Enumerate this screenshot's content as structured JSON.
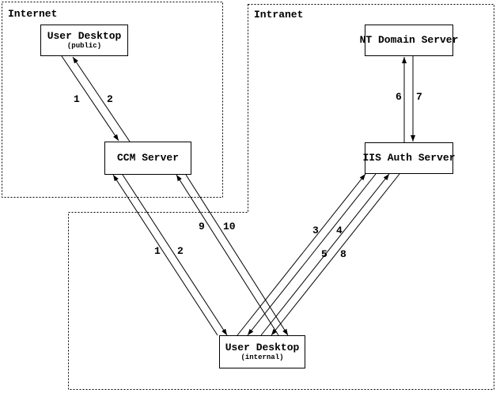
{
  "regions": {
    "internet": {
      "label": "Internet"
    },
    "intranet": {
      "label": "Intranet"
    }
  },
  "nodes": {
    "user_desktop_public": {
      "title": "User Desktop",
      "subtitle": "(public)"
    },
    "ccm_server": {
      "title": "CCM Server"
    },
    "nt_domain_server": {
      "title": "NT Domain Server"
    },
    "iis_auth_server": {
      "title": "IIS Auth Server"
    },
    "user_desktop_internal": {
      "title": "User Desktop",
      "subtitle": "(internal)"
    }
  },
  "arrow_labels": {
    "pub_ccm_1": "1",
    "pub_ccm_2": "2",
    "int_ccm_1": "1",
    "int_ccm_2": "2",
    "int_ccm_9": "9",
    "int_ccm_10": "10",
    "int_iis_3": "3",
    "int_iis_4": "4",
    "int_iis_5": "5",
    "int_iis_8": "8",
    "nt_iis_6": "6",
    "nt_iis_7": "7"
  },
  "colors": {
    "line": "#000000",
    "background": "#ffffff"
  }
}
